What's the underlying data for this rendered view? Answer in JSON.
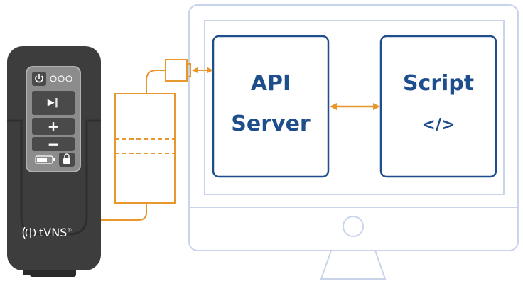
{
  "diagram": {
    "api_box": {
      "line1": "API",
      "line2": "Server"
    },
    "script_box": {
      "line1": "Script",
      "line2": "</>"
    },
    "device": {
      "brand": "tVNS",
      "registered_mark": "®",
      "buttons": {
        "play_pause": "▶‖",
        "plus": "+",
        "minus": "−"
      }
    }
  },
  "colors": {
    "monitor_outline": "#c9d3ea",
    "box_border": "#1f4e8c",
    "label_text": "#1f4e8c",
    "connector": "#e8962e",
    "device_body": "#3d3d3d",
    "device_panel": "#8c8c8c",
    "device_button": "#4a4a4a"
  },
  "icons": {
    "device_power": "power-icon",
    "device_status": "status-lights-icon",
    "device_battery": "battery-icon",
    "device_lock": "lock-icon",
    "brand_waves": "sound-waves-icon",
    "api_script_link": "double-arrow-icon",
    "usb_link": "double-arrow-icon"
  }
}
